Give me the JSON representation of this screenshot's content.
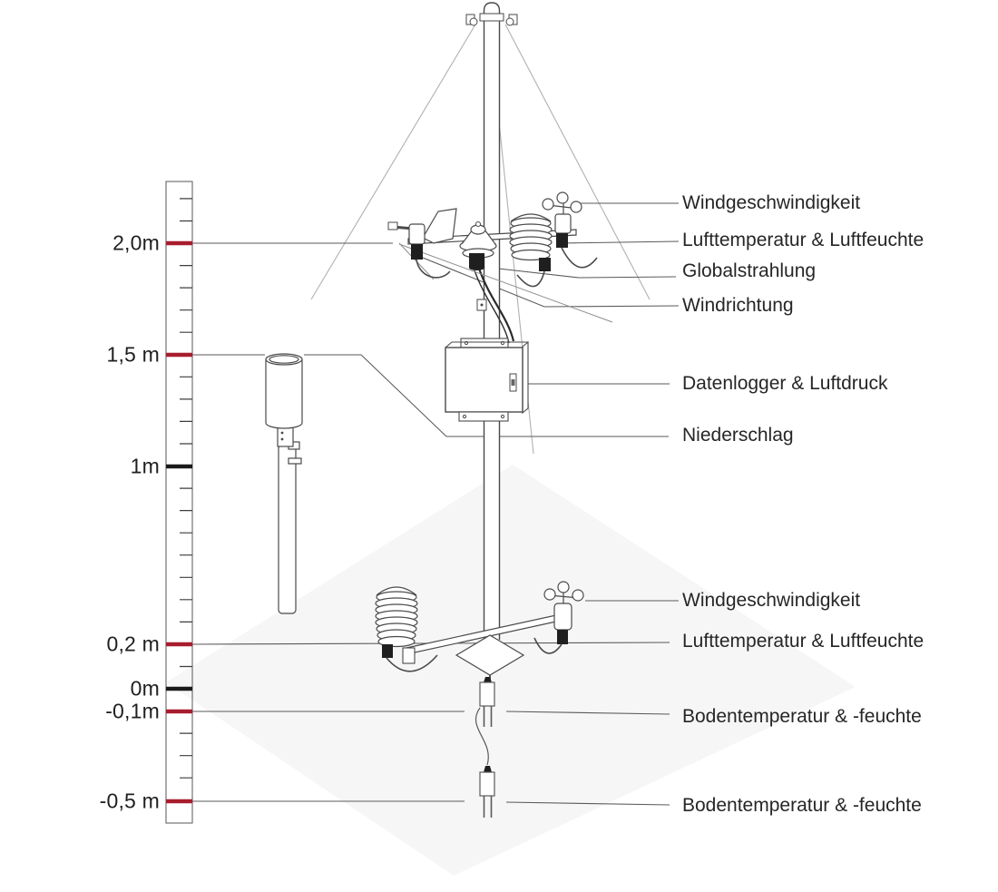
{
  "diagram": {
    "kind": "weather-station-sensor-heights",
    "language": "de"
  },
  "scale": {
    "unit": "m",
    "marks": [
      {
        "label": "2,0m",
        "height_m": 2.0,
        "color": "#a71d2e"
      },
      {
        "label": "1,5 m",
        "height_m": 1.5,
        "color": "#a71d2e"
      },
      {
        "label": "1m",
        "height_m": 1.0,
        "color": "#1a1a1a"
      },
      {
        "label": "0,2 m",
        "height_m": 0.2,
        "color": "#a71d2e"
      },
      {
        "label": "0m",
        "height_m": 0.0,
        "color": "#1a1a1a"
      },
      {
        "label": "-0,1m",
        "height_m": -0.1,
        "color": "#a71d2e"
      },
      {
        "label": "-0,5 m",
        "height_m": -0.5,
        "color": "#a71d2e"
      }
    ]
  },
  "annotations": [
    {
      "label": "Windgeschwindigkeit",
      "target": "cup-anemometer-top"
    },
    {
      "label": "Lufttemperatur & Luftfeuchte",
      "target": "radiation-shield-top"
    },
    {
      "label": "Globalstrahlung",
      "target": "pyranometer"
    },
    {
      "label": "Windrichtung",
      "target": "wind-vane"
    },
    {
      "label": "Datenlogger & Luftdruck",
      "target": "datalogger-box"
    },
    {
      "label": "Niederschlag",
      "target": "rain-gauge"
    },
    {
      "label": "Windgeschwindigkeit",
      "target": "cup-anemometer-bottom"
    },
    {
      "label": "Lufttemperatur & Luftfeuchte",
      "target": "radiation-shield-bottom"
    },
    {
      "label": "Bodentemperatur & -feuchte",
      "target": "soil-probe-upper"
    },
    {
      "label": "Bodentemperatur & -feuchte",
      "target": "soil-probe-lower"
    }
  ],
  "components": [
    "mast",
    "guy-wires",
    "height-ruler",
    "wind-vane",
    "pyranometer",
    "radiation-shield",
    "cup-anemometer",
    "datalogger-box",
    "rain-gauge",
    "soil-probe",
    "ground-plane"
  ],
  "colors": {
    "accent_red": "#a71d2e",
    "line_dark": "#4a4a4a",
    "fill_dark": "#1f1f1f",
    "guy_wire": "#a8a8a8",
    "ground": "#f6f6f6",
    "text": "#262626"
  }
}
